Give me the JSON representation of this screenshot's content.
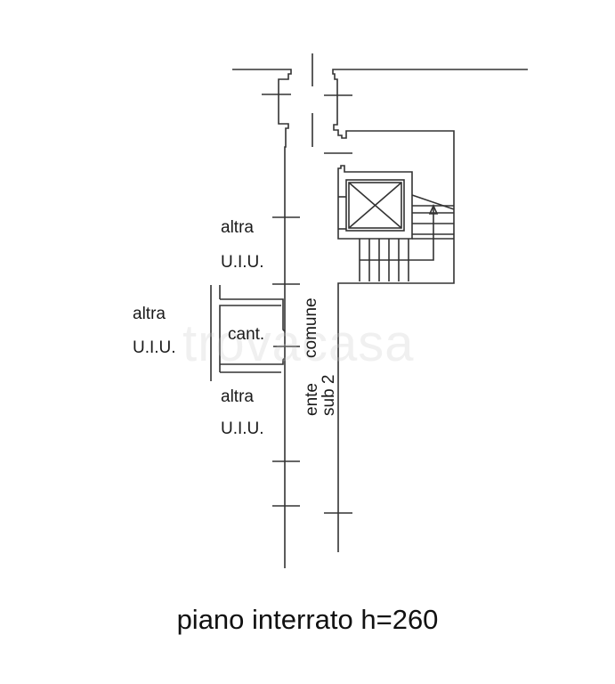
{
  "drawing": {
    "title": "piano interrato h=260",
    "watermark": "trovacasa",
    "labels": {
      "upper_unit_line1": "altra",
      "upper_unit_line2": "U.I.U.",
      "left_unit_line1": "altra",
      "left_unit_line2": "U.I.U.",
      "lower_unit_line1": "altra",
      "lower_unit_line2": "U.I.U.",
      "cellar": "cant.",
      "common_area": "comune",
      "entity_line1": "ente",
      "entity_line2": "sub 2"
    },
    "elements": [
      "elevator-shaft",
      "staircase",
      "corridor",
      "cellar-room",
      "wall-outline"
    ],
    "colors": {
      "line": "#333333",
      "text": "#1a1a1a",
      "background": "#ffffff"
    }
  }
}
